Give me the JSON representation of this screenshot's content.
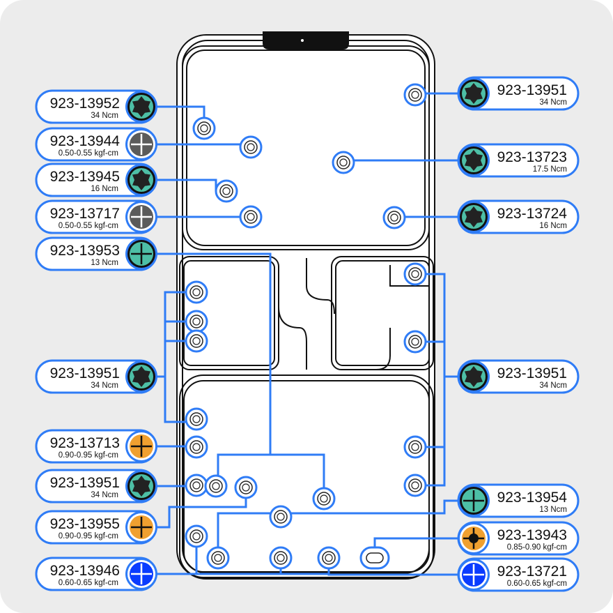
{
  "colors": {
    "accent": "#2f7cf6",
    "teal": "#4dbfa6",
    "gray": "#5b5b5b",
    "orange": "#f0a030",
    "blue": "#0a3cff",
    "background": "#ececec"
  },
  "labels": [
    {
      "part": "923-13952",
      "spec": "34 Ncm",
      "icon": "torx-teal"
    },
    {
      "part": "923-13944",
      "spec": "0.50-0.55 kgf-cm",
      "icon": "phillips-gray"
    },
    {
      "part": "923-13945",
      "spec": "16 Ncm",
      "icon": "torx-teal"
    },
    {
      "part": "923-13717",
      "spec": "0.50-0.55 kgf-cm",
      "icon": "phillips-gray"
    },
    {
      "part": "923-13953",
      "spec": "13 Ncm",
      "icon": "phillips-teal"
    },
    {
      "part": "923-13951",
      "spec": "34 Ncm",
      "icon": "torx-teal"
    },
    {
      "part": "923-13713",
      "spec": "0.90-0.95 kgf-cm",
      "icon": "phillips-orange"
    },
    {
      "part": "923-13951",
      "spec": "34 Ncm",
      "icon": "torx-teal"
    },
    {
      "part": "923-13955",
      "spec": "0.90-0.95 kgf-cm",
      "icon": "phillips-orange"
    },
    {
      "part": "923-13946",
      "spec": "0.60-0.65 kgf-cm",
      "icon": "phillips-blue"
    },
    {
      "part": "923-13951",
      "spec": "34 Ncm",
      "icon": "torx-teal"
    },
    {
      "part": "923-13723",
      "spec": "17.5 Ncm",
      "icon": "torx-teal"
    },
    {
      "part": "923-13724",
      "spec": "16 Ncm",
      "icon": "torx-teal"
    },
    {
      "part": "923-13951",
      "spec": "34 Ncm",
      "icon": "torx-teal"
    },
    {
      "part": "923-13954",
      "spec": "13 Ncm",
      "icon": "phillips-teal"
    },
    {
      "part": "923-13943",
      "spec": "0.85-0.90 kgf-cm",
      "icon": "phillips-orange-dot"
    },
    {
      "part": "923-13721",
      "spec": "0.60-0.65 kgf-cm",
      "icon": "phillips-blue"
    }
  ]
}
